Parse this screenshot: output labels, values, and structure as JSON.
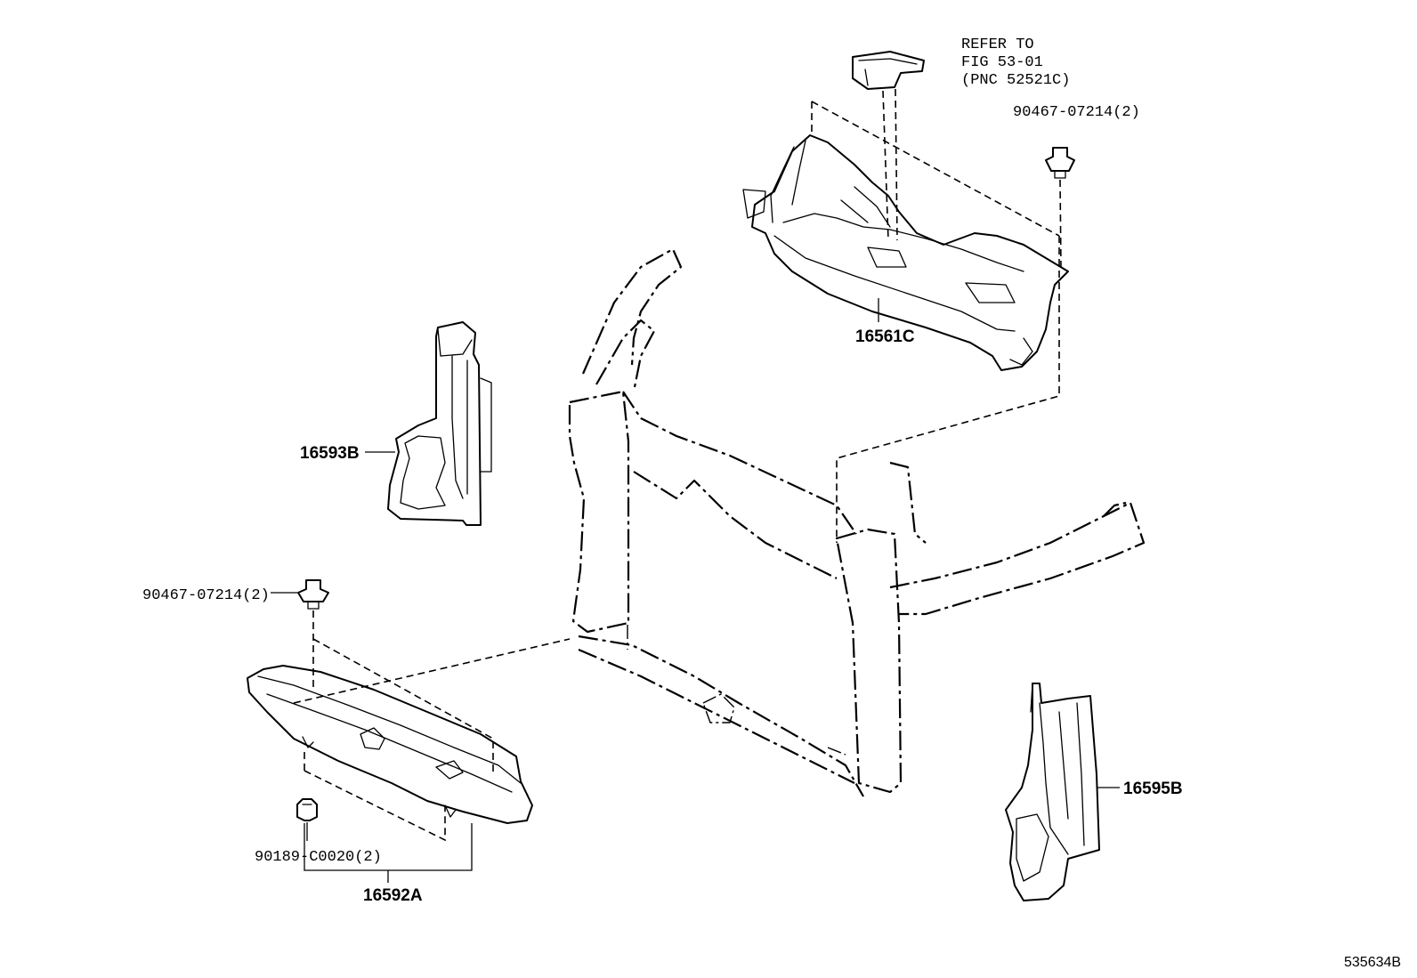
{
  "labels": {
    "p16561C": "16561C",
    "p16593B": "16593B",
    "p16592A": "16592A",
    "p16595B": "16595B",
    "clip_top": "90467-07214(2)",
    "clip_left": "90467-07214(2)",
    "clip_bottom": "90189-C0020(2)",
    "refer_line1": "REFER TO",
    "refer_line2": "FIG 53-01",
    "refer_line3": "(PNC 52521C)",
    "figure_id": "535634B"
  }
}
